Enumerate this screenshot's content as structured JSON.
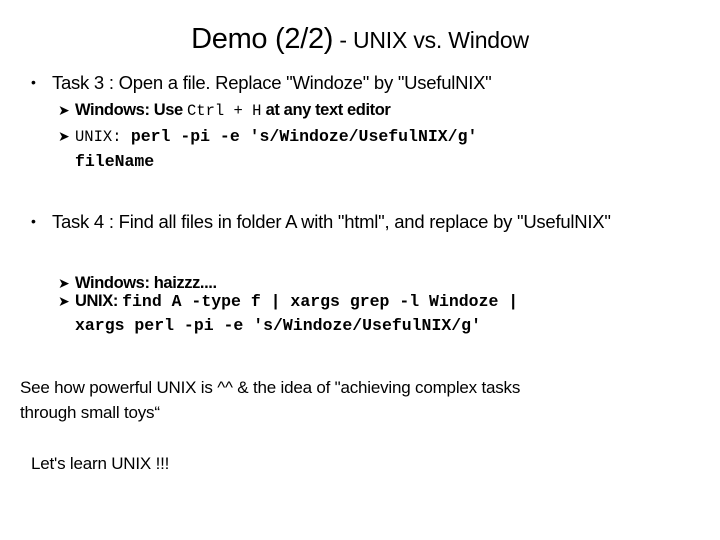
{
  "slide": {
    "title": {
      "main": "Demo (2/2)",
      "sub": " - UNIX vs. Window"
    },
    "bullet_glyph": "•",
    "arrow_glyph": "➤",
    "items": [
      {
        "id": "task3",
        "text": "Task 3 : Open a file. Replace \"Windoze\" by \"UsefulNIX\"",
        "subitems": [
          {
            "id": "task3-windows",
            "label": "Windows: Use ",
            "code": "Ctrl + H",
            "tail": " at any text editor"
          },
          {
            "id": "task3-unix",
            "label": "UNIX: ",
            "code": "  perl  -pi  -e  's/Windoze/UsefulNIX/g'",
            "continuation": "fileName"
          }
        ]
      },
      {
        "id": "task4",
        "text": "Task 4 : Find all files in folder A with \"html\", and replace by \"UsefulNIX\"",
        "subitems": [
          {
            "id": "task4-windows",
            "label": "Windows: haizzz...."
          },
          {
            "id": "task4-unix",
            "label": "UNIX: ",
            "code": "find A -type f | xargs grep -l Windoze |",
            "continuation": "xargs perl -pi -e 's/Windoze/UsefulNIX/g'"
          }
        ]
      }
    ],
    "summary": {
      "line1": "See how powerful UNIX is ^^ & the idea of \"achieving complex tasks",
      "line2": "through small toys“"
    },
    "closing": "Let's learn UNIX !!!"
  },
  "colors": {
    "background": "#ffffff",
    "text": "#000000"
  }
}
